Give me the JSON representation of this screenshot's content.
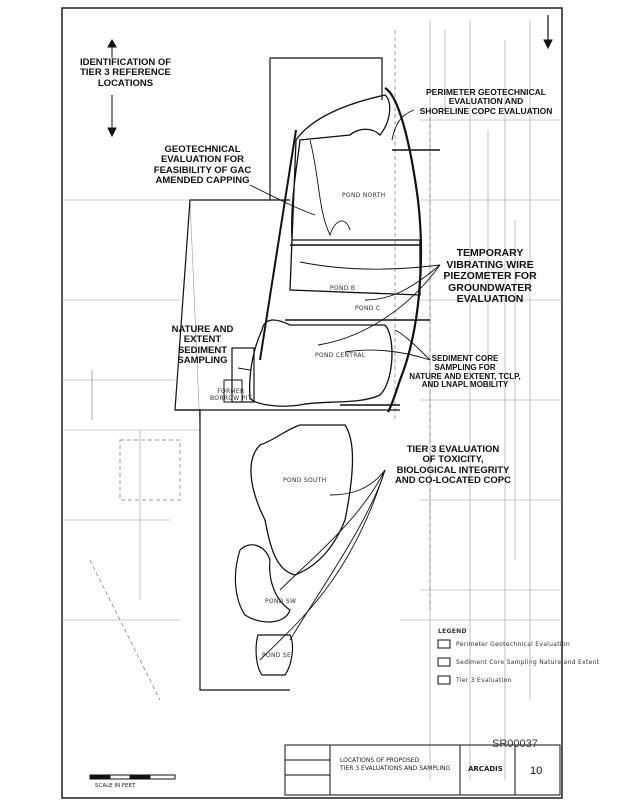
{
  "callouts": {
    "tier3_reference": "IDENTIFICATION OF\nTIER 3 REFERENCE\nLOCATIONS",
    "perimeter": "PERIMETER GEOTECHNICAL\nEVALUATION AND\nSHORELINE COPC EVALUATION",
    "geotechnical": "GEOTECHNICAL\nEVALUATION FOR\nFEASIBILITY OF GAC\nAMENDED CAPPING",
    "piezometer": "TEMPORARY\nVIBRATING WIRE\nPIEZOMETER FOR\nGROUNDWATER\nEVALUATION",
    "nature_extent": "NATURE AND\nEXTENT\nSEDIMENT\nSAMPLING",
    "sediment_core": "SEDIMENT CORE\nSAMPLING FOR\nNATURE AND EXTENT, TCLP,\nAND LNAPL MOBILITY",
    "tier3_eval": "TIER 3 EVALUATION\nOF TOXICITY,\nBIOLOGICAL INTEGRITY\nAND CO-LOCATED COPC"
  },
  "map_labels": {
    "former_borrow_pit": "FORMER\nBORROW PIT",
    "pond_north": "POND NORTH",
    "pond_central": "POND CENTRAL",
    "pond_south": "POND SOUTH",
    "pond_sw": "POND SW",
    "pond_se": "POND SE",
    "pond_b": "POND B",
    "pond_c": "POND C"
  },
  "legend": {
    "item1": "Perimeter Geotechnical Evaluation",
    "item2": "Sediment Core Sampling Nature and Extent",
    "item3": "Tier 3 Evaluation",
    "title": "LEGEND"
  },
  "title_block": {
    "doc_id": "SR00037",
    "sheet_number": "10",
    "project_line1": "LOCATIONS OF PROPOSED",
    "project_line2": "TIER 3 EVALUATIONS AND SAMPLING",
    "firm": "ARCADIS",
    "scale_label": "SCALE IN FEET"
  },
  "colors": {
    "ink": "#111111",
    "light_ink": "#555555",
    "paper": "#ffffff"
  },
  "icons": {
    "north_arrow": "north-arrow-icon"
  }
}
